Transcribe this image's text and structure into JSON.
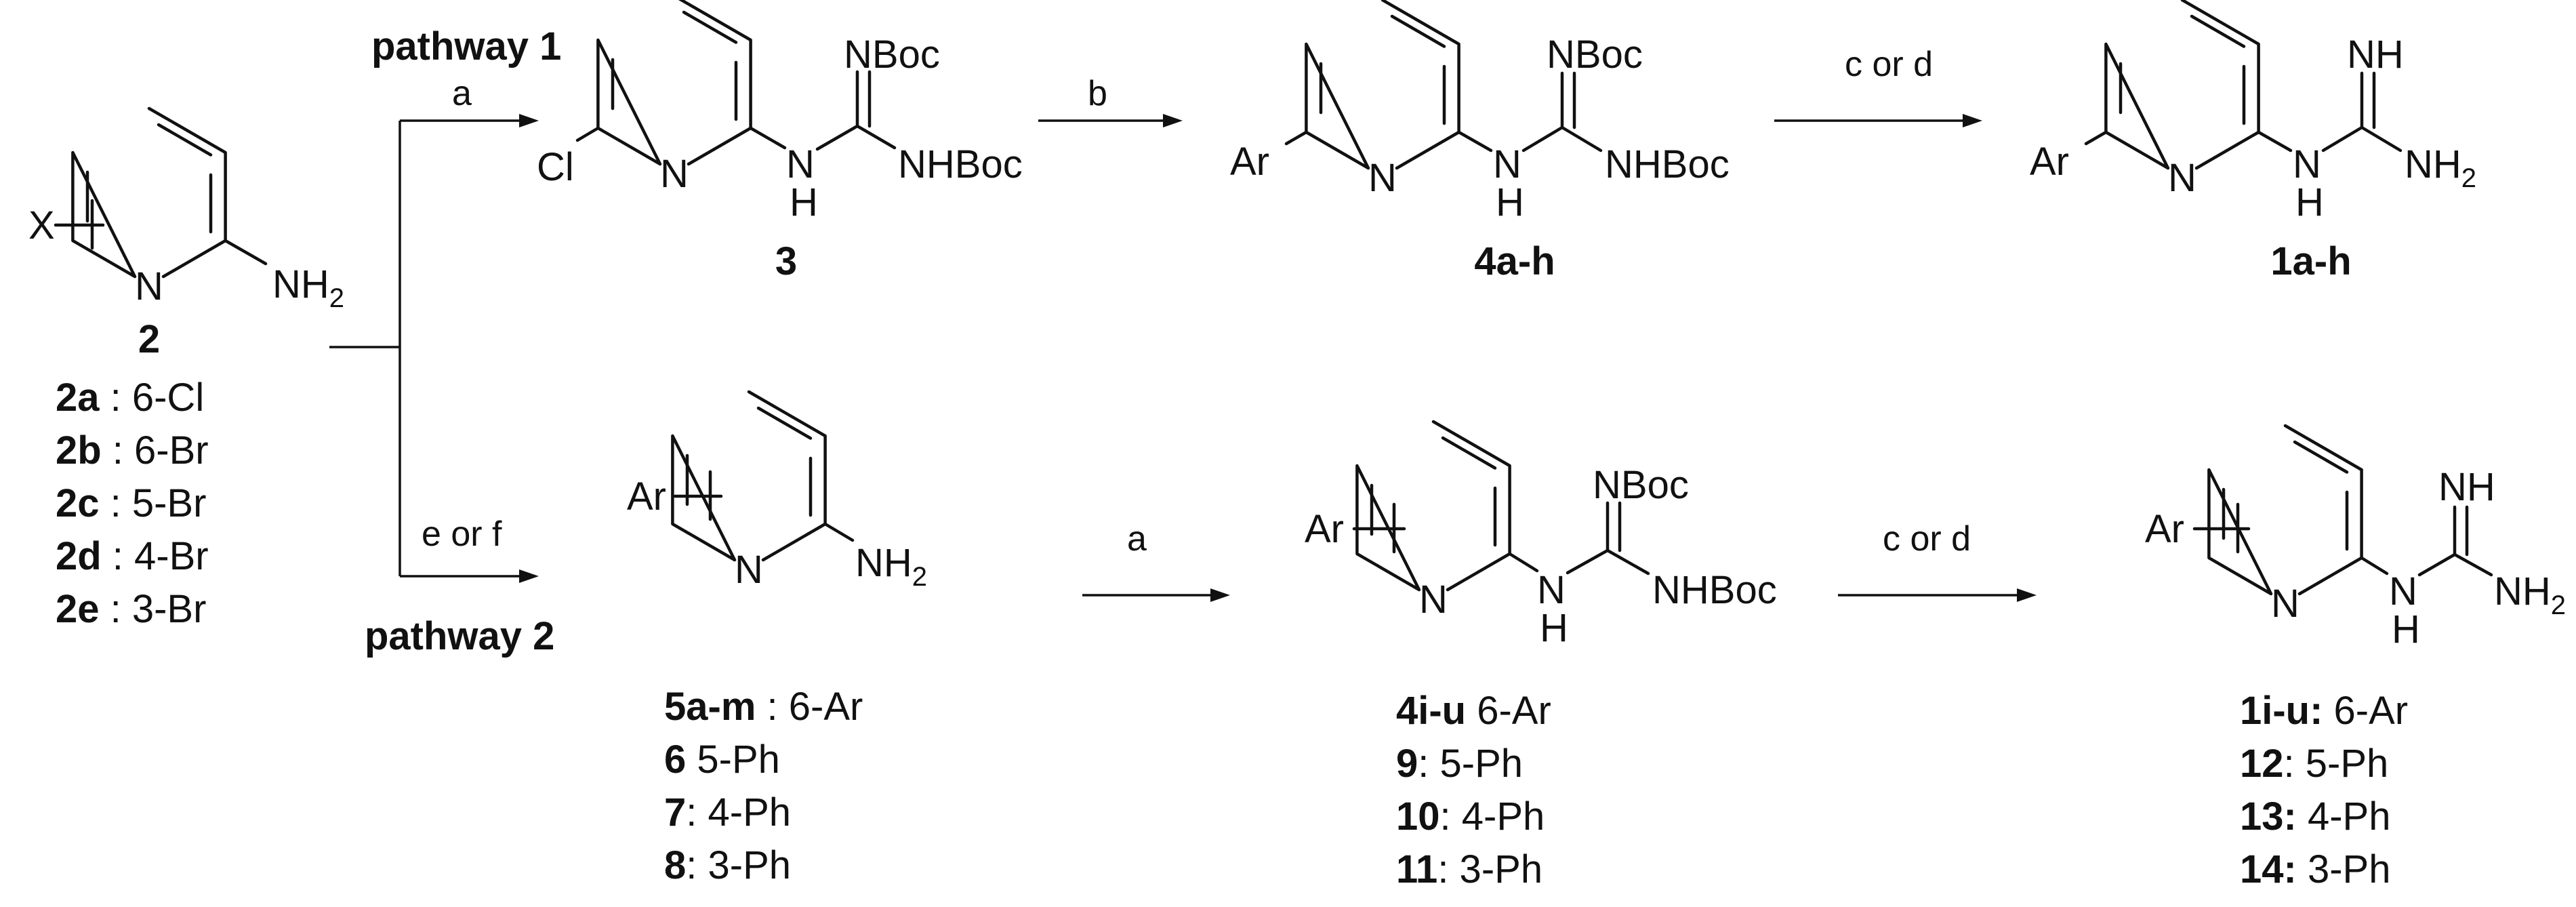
{
  "pathways": {
    "p1": "pathway  1",
    "p2": "pathway 2"
  },
  "steps": {
    "a": "a",
    "b": "b",
    "cd": "c or d",
    "ef": "e or f"
  },
  "atoms": {
    "X": "X",
    "N": "N",
    "H": "H",
    "Cl": "Cl",
    "Ar": "Ar",
    "NH": "NH",
    "NH2": "NH",
    "sub2": "2",
    "NBoc": "NBoc",
    "NHBoc": "NHBoc"
  },
  "compounds": {
    "c2": "2",
    "c3": "3",
    "c4ah": "4a-h",
    "c1ah": "1a-h"
  },
  "substituents_2": [
    {
      "id": "2a",
      "sep": " : ",
      "value": "6-Cl"
    },
    {
      "id": "2b",
      "sep": " : ",
      "value": "6-Br"
    },
    {
      "id": "2c",
      "sep": " : ",
      "value": "5-Br"
    },
    {
      "id": "2d",
      "sep": " : ",
      "value": "4-Br"
    },
    {
      "id": "2e",
      "sep": " : ",
      "value": "3-Br"
    }
  ],
  "series_5": [
    {
      "id": "5a-m",
      "sep": " : ",
      "value": "6-Ar"
    },
    {
      "id": "6",
      "sep": "  ",
      "value": "5-Ph"
    },
    {
      "id": "7",
      "sep": ": ",
      "value": "4-Ph"
    },
    {
      "id": "8",
      "sep": ": ",
      "value": "3-Ph"
    }
  ],
  "series_4": [
    {
      "id": "4i-u",
      "sep": " ",
      "value": "6-Ar"
    },
    {
      "id": "9",
      "sep": ": ",
      "value": "5-Ph"
    },
    {
      "id": "10",
      "sep": ": ",
      "value": "4-Ph"
    },
    {
      "id": "11",
      "sep": ": ",
      "value": "3-Ph"
    }
  ],
  "series_1": [
    {
      "id": "1i-u:",
      "sep": " ",
      "value": "6-Ar"
    },
    {
      "id": "12",
      "sep": ": ",
      "value": "5-Ph"
    },
    {
      "id": "13:",
      "sep": " ",
      "value": "4-Ph"
    },
    {
      "id": "14:",
      "sep": " ",
      "value": "3-Ph"
    }
  ]
}
